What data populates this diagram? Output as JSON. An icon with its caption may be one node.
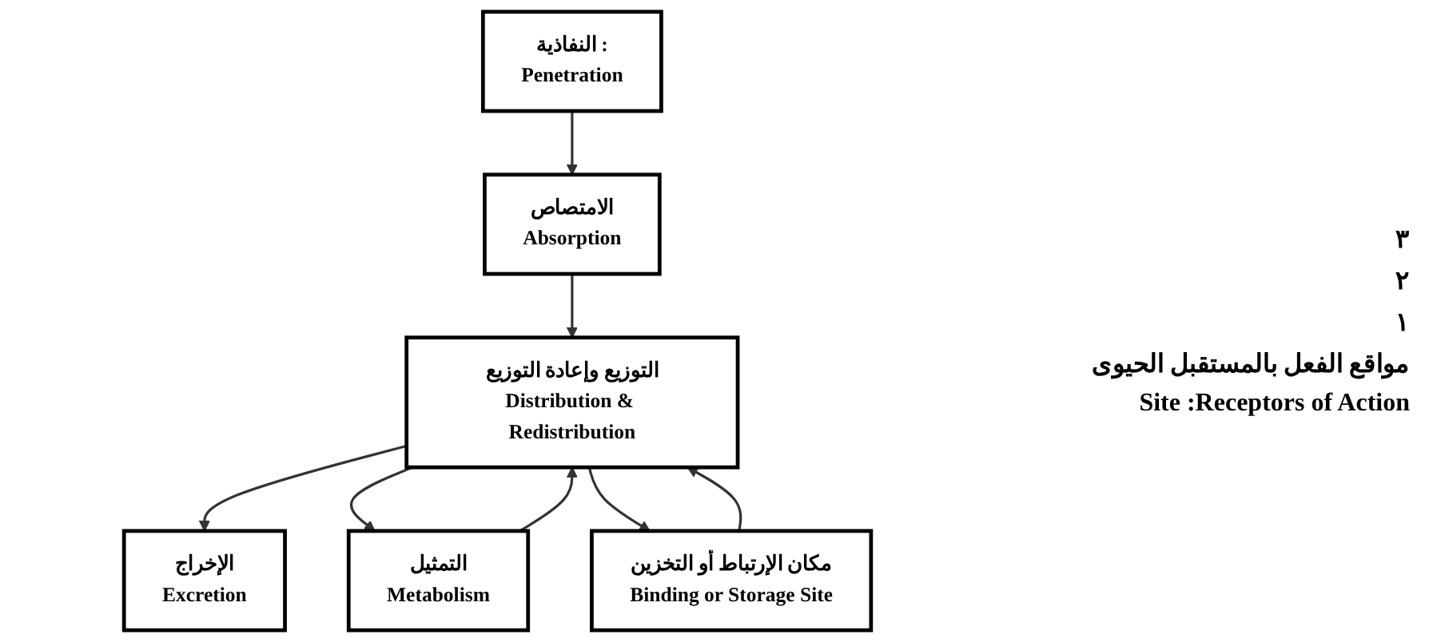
{
  "diagram": {
    "nodes": [
      {
        "text": [
          "التوزيع وإعادة التوزيع",
          "Distribution & Redistribution"
        ]
      },
      {
        "text": [
          "الامتصاص",
          "Absorption"
        ]
      },
      {
        "text": [
          "النفاذية :",
          "Penetration"
        ]
      },
      {
        "text": [
          "الإخراج",
          "Excretion"
        ]
      },
      {
        "text": [
          "التمثيل",
          "Metabolism"
        ]
      },
      {
        "text": [
          "مكان الإرتباط أو التخزين",
          "Binding or Storage Site"
        ]
      }
    ],
    "edges": [
      {
        "from": 2,
        "to": 1,
        "arrow": "to"
      },
      {
        "from": 1,
        "to": 0,
        "arrow": "to"
      },
      {
        "from": 0,
        "to": 3,
        "arrow": "to"
      },
      {
        "from": 0,
        "to": 4,
        "arrow": "to"
      },
      {
        "from": 4,
        "to": 0,
        "arrow": "to"
      },
      {
        "from": 0,
        "to": 5,
        "arrow": "to"
      },
      {
        "from": 5,
        "to": 0,
        "arrow": "to"
      }
    ],
    "labels": [
      "٣",
      "٢",
      "١",
      "مواقع الفعل بالمستقبل الحيوى",
      "Site :Receptors of Action"
    ]
  }
}
